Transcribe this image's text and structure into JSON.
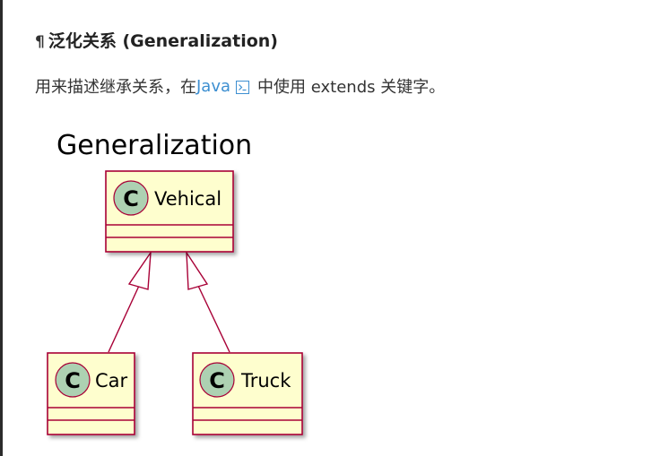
{
  "section": {
    "pilcrow": "¶",
    "title": "泛化关系 (Generalization)"
  },
  "paragraph": {
    "before_link": "用来描述继承关系，在 ",
    "link_text": "Java",
    "link_icon": "external-link-icon",
    "after_link": "中使用 extends 关键字。"
  },
  "uml": {
    "title": "Generalization",
    "class_marker": "C",
    "parent": {
      "name": "Vehical"
    },
    "children": [
      {
        "name": "Car"
      },
      {
        "name": "Truck"
      }
    ],
    "colors": {
      "box_fill": "#fefece",
      "box_border": "#a80036",
      "marker_fill": "#add1b2",
      "arrow": "#a80036"
    }
  }
}
